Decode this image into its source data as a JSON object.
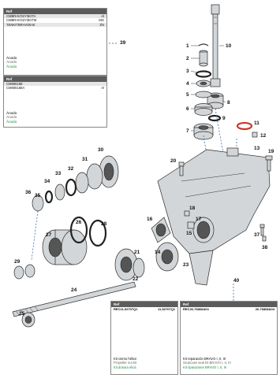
{
  "anode_box_1": {
    "header": "Ref",
    "items": [
      {
        "code": "CMBRAVO2Y3KITA",
        "material": "Al"
      },
      {
        "code": "CMBRAVO2Y3KITM",
        "material": "MG"
      },
      {
        "code": "TENKITBRAVO8-III",
        "material": "ZN"
      }
    ],
    "languages": [
      "Ánodo",
      "Anodo",
      "Ânodo"
    ],
    "callout": "39"
  },
  "anode_box_2": {
    "header": "Ref",
    "items": [
      {
        "code": "CM806188",
        "material": ""
      },
      {
        "code": "CM806188A",
        "material": "Al"
      }
    ],
    "languages": [
      "Ánodo",
      "Anodo",
      "Ânodo"
    ]
  },
  "kit_propeller": {
    "header": "Ref",
    "code": "REC11-52707Q1",
    "alt_code": "11-52707Q1",
    "labels": [
      "Kit ciemo hélice",
      "Propeller nut kit",
      "Kit dosura elicá"
    ]
  },
  "kit_seal": {
    "header": "Ref",
    "code": "REC26-76868A04",
    "alt_code": "26-76868A04",
    "callout": "40",
    "labels": [
      "Kit reparación BRAVO I, II, III",
      "Gearcase seal kit BRAVO I, II, III",
      "Kit riparazione BRAVO I, II, III"
    ]
  },
  "callouts": [
    "1",
    "2",
    "3",
    "4",
    "5",
    "6",
    "7",
    "8",
    "9",
    "10",
    "11",
    "12",
    "13",
    "14",
    "15",
    "16",
    "17",
    "18",
    "19",
    "20",
    "21",
    "22",
    "23",
    "24",
    "25",
    "26",
    "27",
    "28",
    "29",
    "30",
    "31",
    "32",
    "33",
    "34",
    "35",
    "36",
    "37",
    "38"
  ],
  "colors": {
    "header": "#5c5c5c",
    "leader_dash": "#1b5fa8",
    "green_text": "#1a8f3c",
    "oring_red": "#c83a2a"
  }
}
